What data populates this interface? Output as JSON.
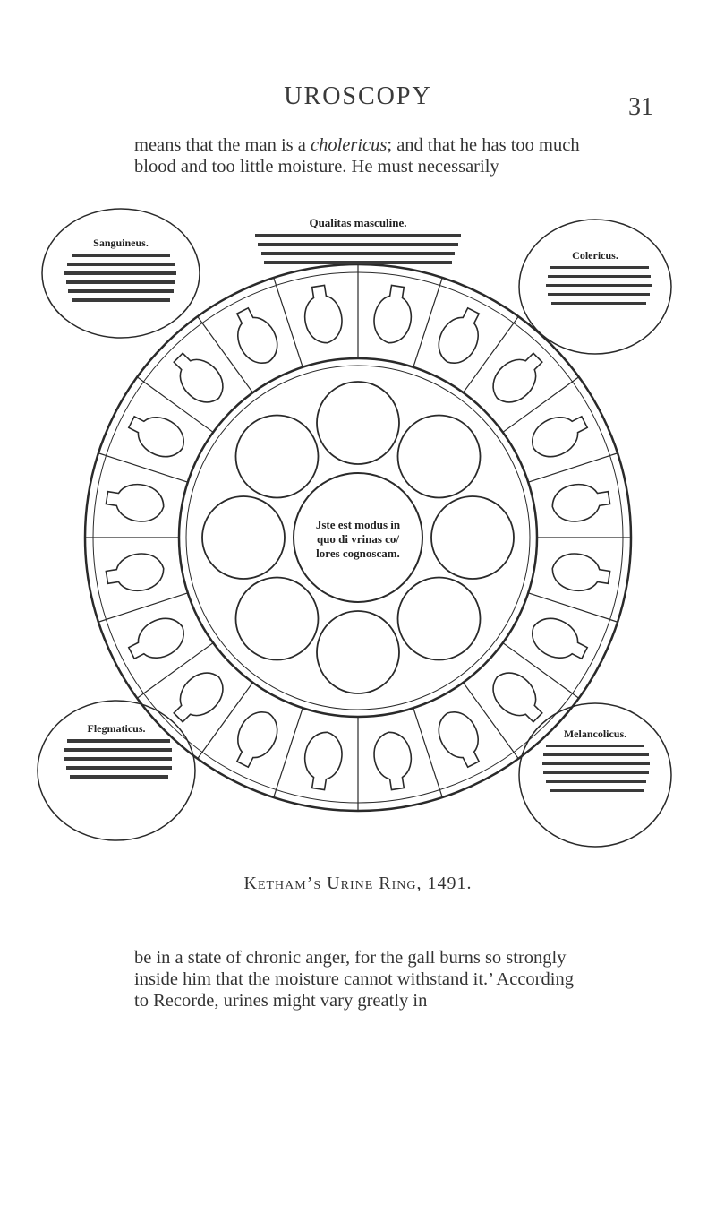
{
  "header": {
    "running_head": "UROSCOPY",
    "page_number": "31"
  },
  "text": {
    "top_line1": "means that the man is a ",
    "top_emph": "cholericus",
    "top_line1_end": "; and that he has too",
    "top_line2": "much blood and too little moisture. He must necessarily",
    "bottom": "be in a state of chronic anger, for the gall burns so strongly inside him that the moisture cannot withstand it.’ According to Recorde, urines might vary greatly in"
  },
  "figure": {
    "caption": "Ketham’s Urine Ring, 1491.",
    "center_text": [
      "Jste est modus in",
      "quo di vrinas co/",
      "lores cognoscam."
    ],
    "top_heading": "Qualitas masculine.",
    "corner_labels": [
      "Sanguineus.",
      "Colericus.",
      "Flegmaticus.",
      "Melancolicus."
    ],
    "colors": {
      "ink": "#2a2a2a",
      "paper": "#ffffff"
    }
  }
}
